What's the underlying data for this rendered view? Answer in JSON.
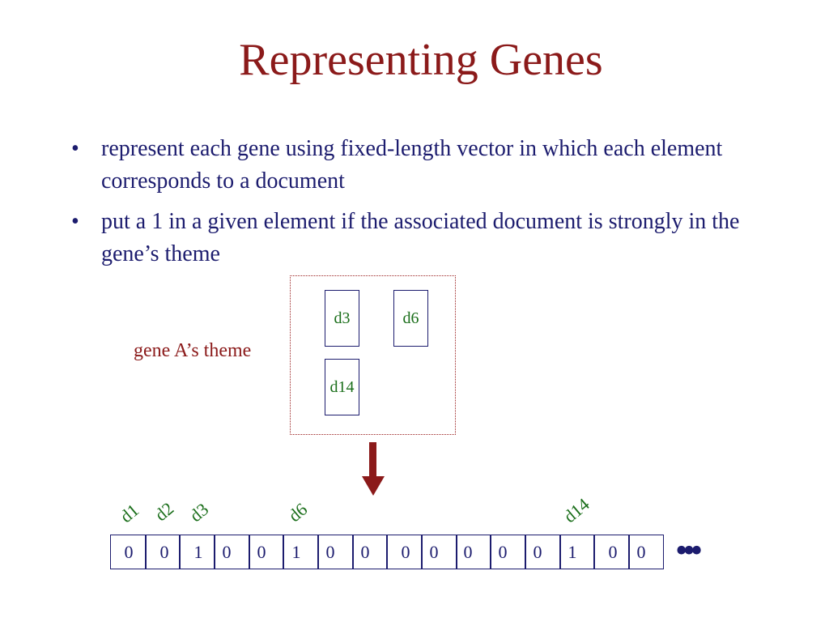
{
  "title": "Representing Genes",
  "bullets": [
    "represent each gene using fixed-length vector in which each element corresponds to a document",
    "put a 1 in a given element if the associated document is strongly in the gene’s theme"
  ],
  "bullet_glyph": "•",
  "theme": {
    "label": "gene A’s theme",
    "documents": [
      "d3",
      "d6",
      "d14"
    ]
  },
  "vector": {
    "labels": [
      "d1",
      "d2",
      "d3",
      "d6",
      "d14"
    ],
    "values": [
      "0",
      "0",
      "1",
      "0",
      "0",
      "1",
      "0",
      "0",
      "0",
      "0",
      "0",
      "0",
      "0",
      "1",
      "0",
      "0"
    ],
    "continuation": "•••"
  },
  "colors": {
    "title": "#8b1a1a",
    "body_text": "#1c1c6e",
    "doc_label": "#1a6e1a",
    "arrow": "#8b1a1a"
  }
}
